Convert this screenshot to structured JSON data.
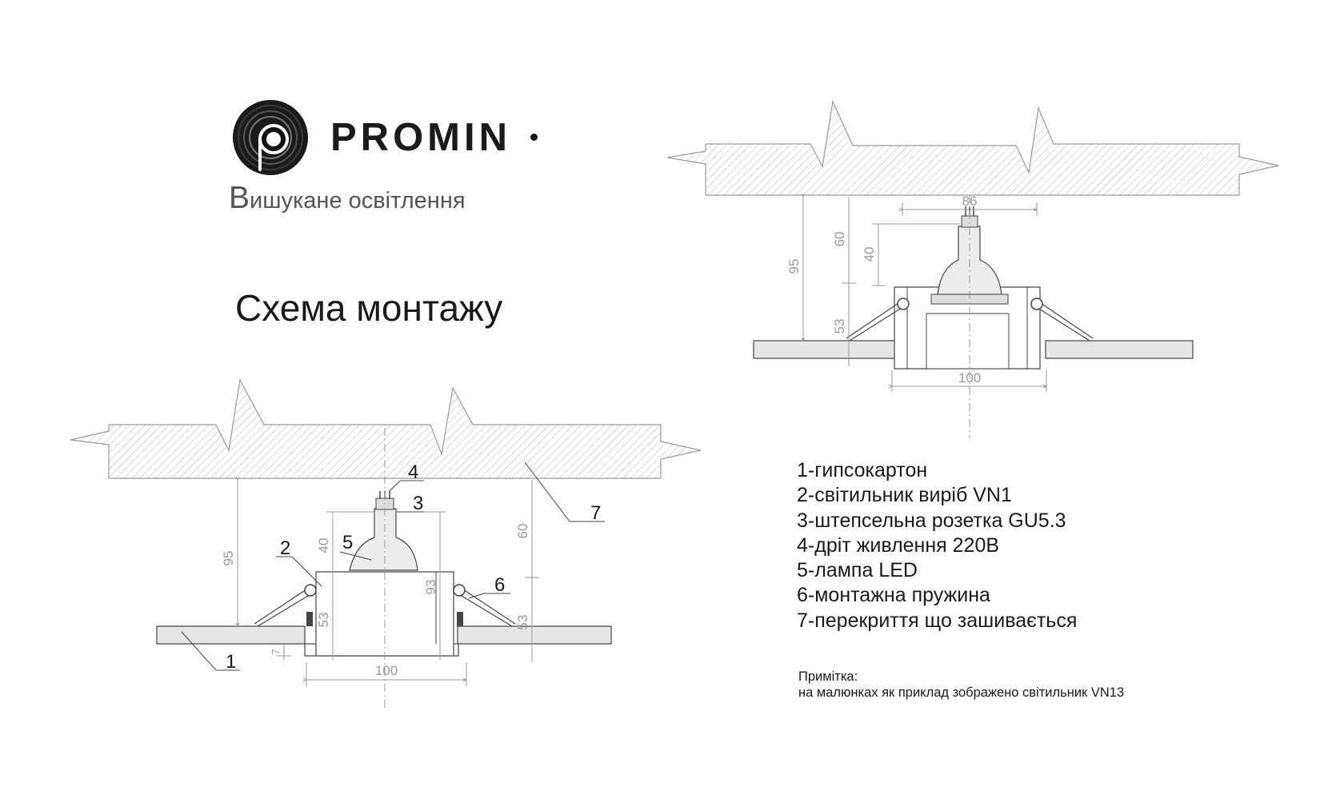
{
  "brand": {
    "name": "PROMIN",
    "tagline_first": "В",
    "tagline_rest": "ишукане освітлення"
  },
  "title": "Схема монтажу",
  "legend": [
    "1-гипсокартон",
    "2-світильник виріб VN1",
    "3-штепсельна розетка GU5.3",
    "4-дріт живлення 220В",
    "5-лампа LED",
    "6-монтажна пружина",
    "7-перекриття що зашивається"
  ],
  "note": {
    "heading": "Примітка:",
    "text": "на малюнках як приклад зображено світильник VN13"
  },
  "drawing_left": {
    "dimensions": {
      "gap_total": "95",
      "upper": "60",
      "lower": "53",
      "lamp_height": "40",
      "body_height": "53",
      "full_height": "93",
      "flange": "7",
      "width": "100"
    },
    "callouts": [
      "1",
      "2",
      "3",
      "4",
      "5",
      "6",
      "7"
    ]
  },
  "drawing_right": {
    "dimensions": {
      "gap_total": "95",
      "upper": "60",
      "lamp_height": "40",
      "lower": "53",
      "top_width": "86",
      "width": "100"
    }
  },
  "colors": {
    "line": "#444444",
    "dim": "#9a9a9a",
    "hatch": "#b5b5b5",
    "fill": "#e6e6e6"
  }
}
